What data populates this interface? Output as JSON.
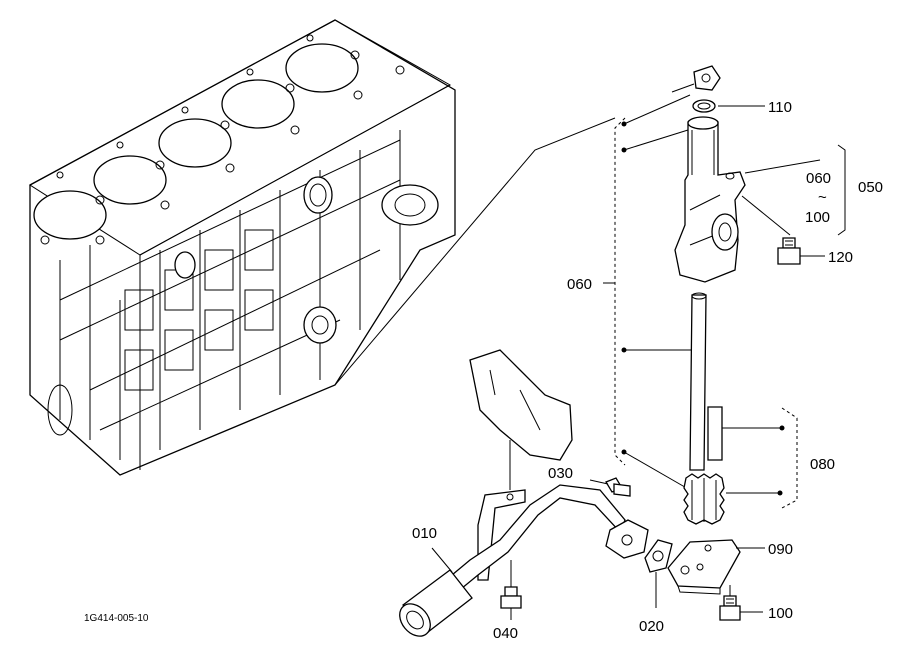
{
  "labels": {
    "l110": "110",
    "l060a": "060",
    "tilde": "~",
    "l100a": "100",
    "l050": "050",
    "l120": "120",
    "l060": "060",
    "l080": "080",
    "l030": "030",
    "l010": "010",
    "l090": "090",
    "l020": "020",
    "l040": "040",
    "l100b": "100"
  },
  "figure_ref": "1G414-005-10"
}
